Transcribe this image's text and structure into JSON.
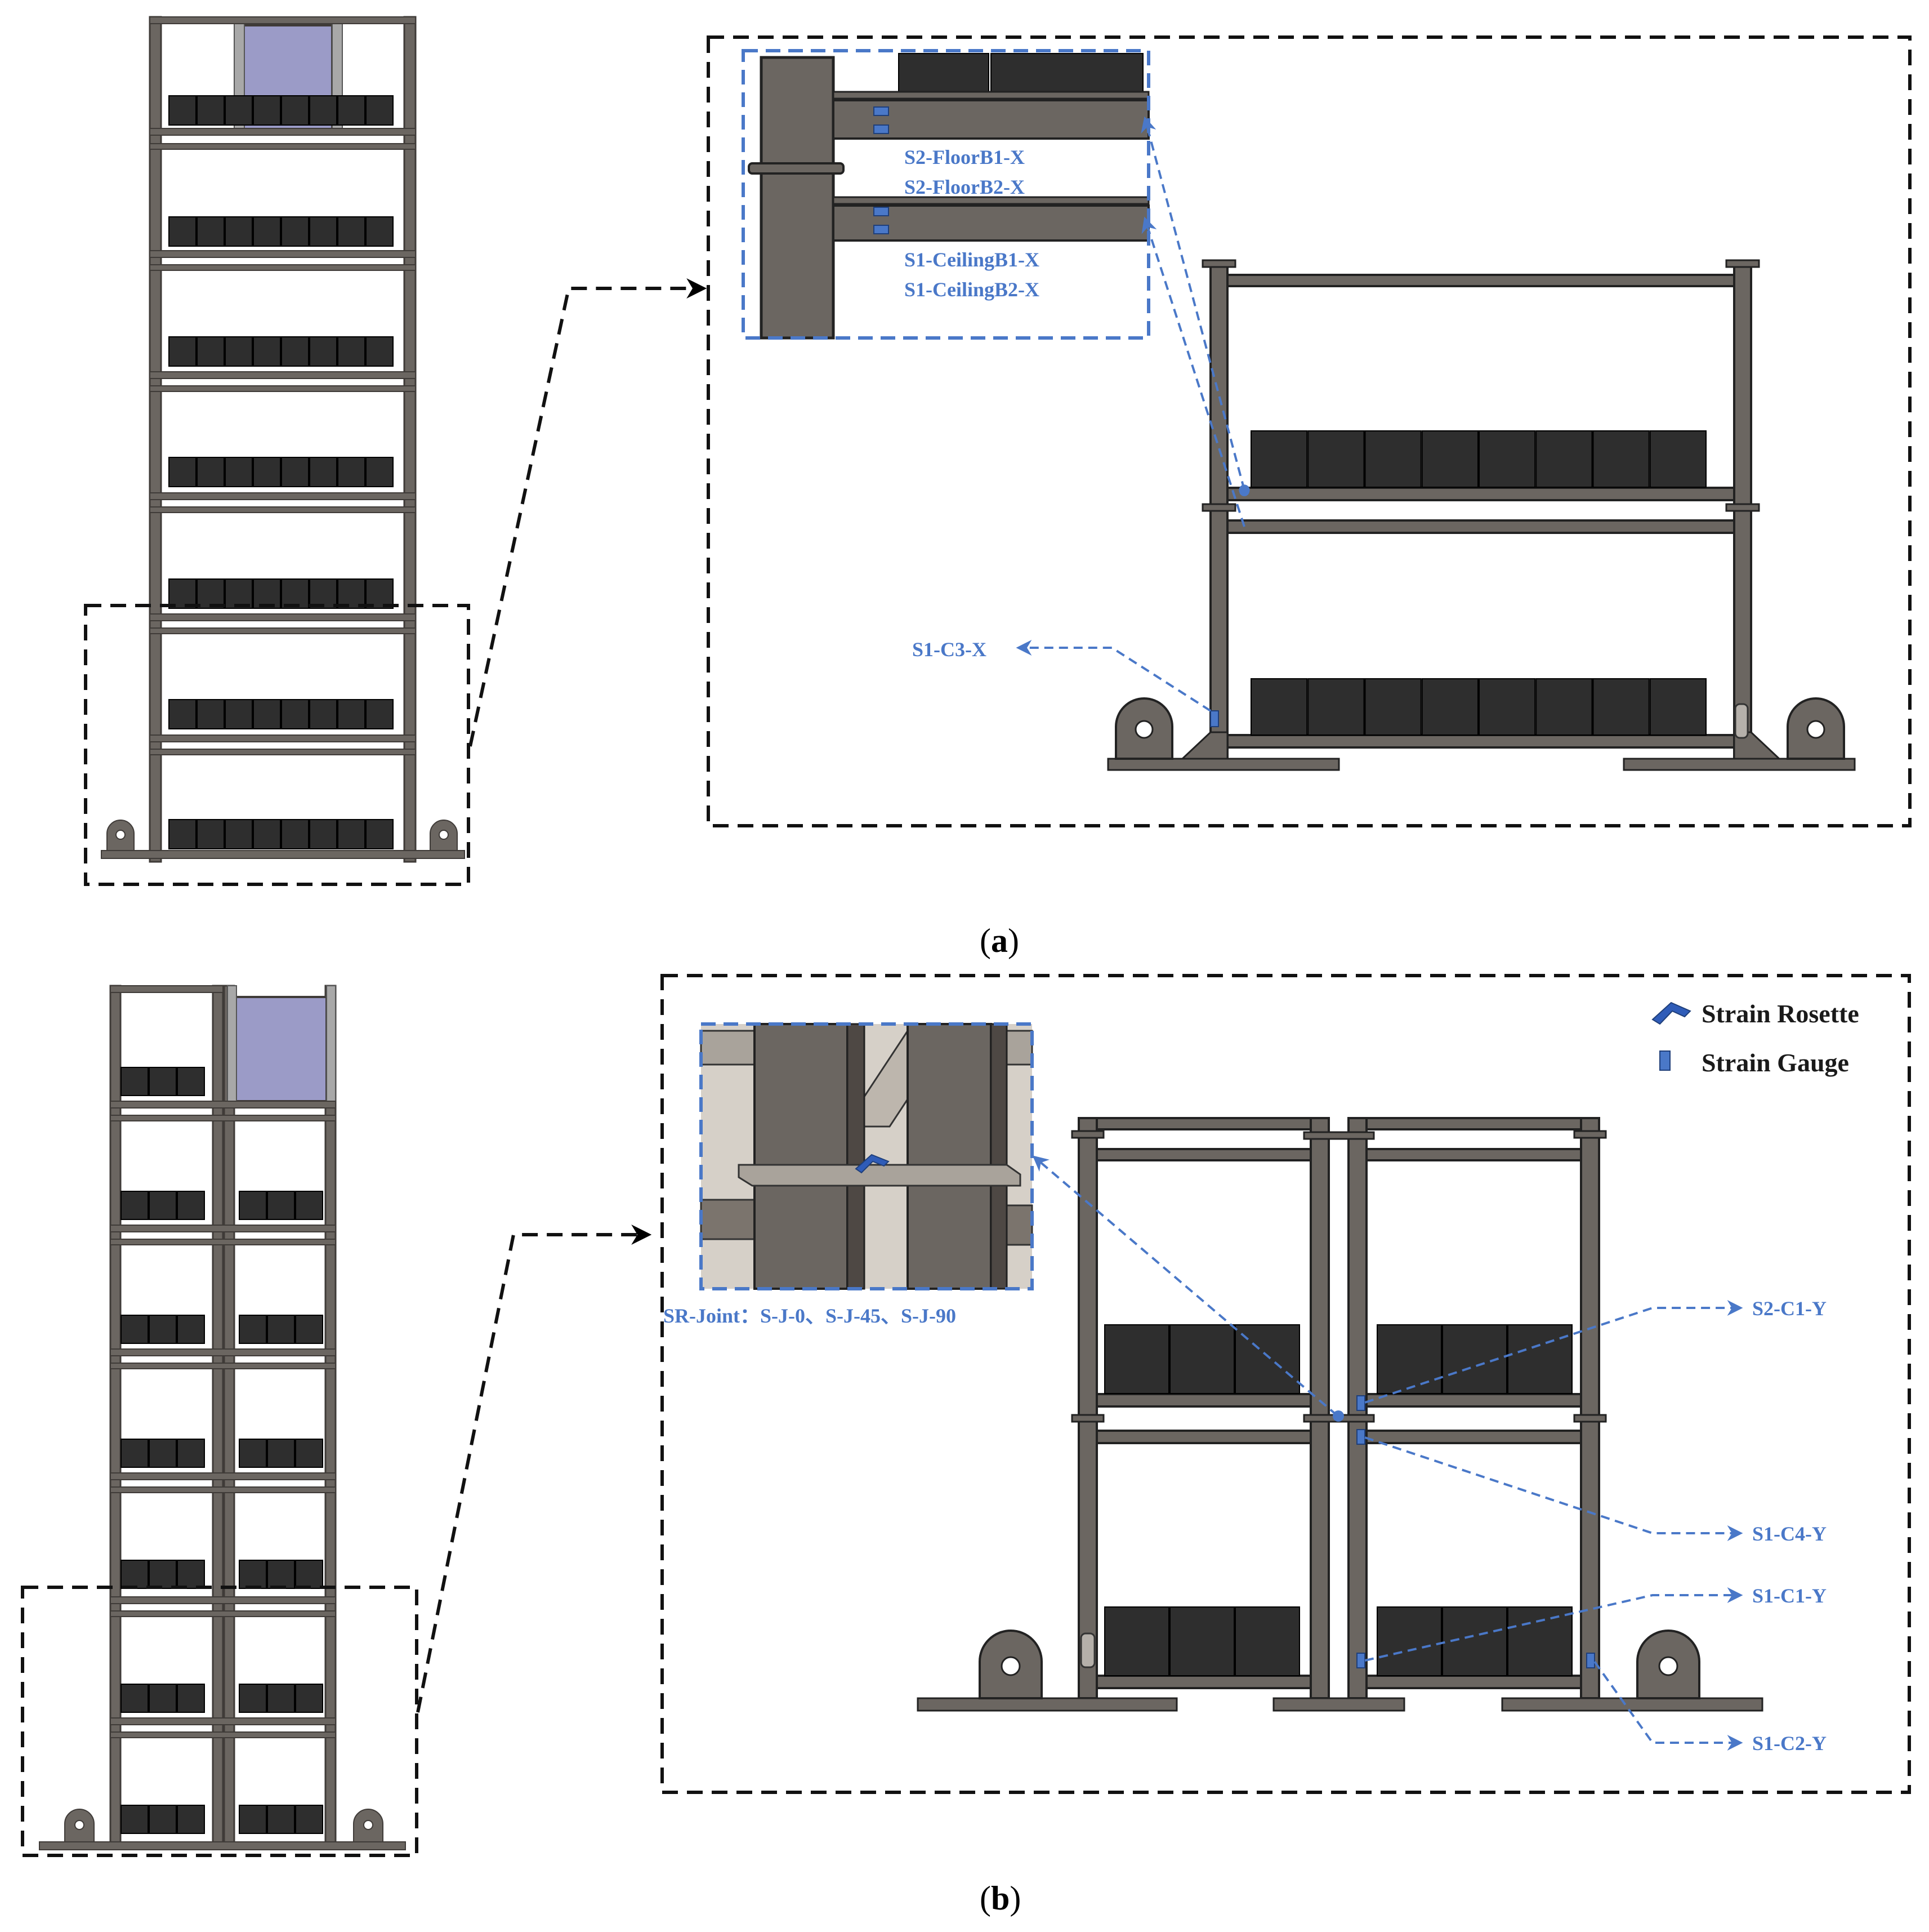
{
  "panel_a": {
    "caption_letter": "a",
    "labels": {
      "floor_b1": "S2-FloorB1-X",
      "floor_b2": "S2-FloorB2-X",
      "ceiling_b1": "S1-CeilingB1-X",
      "ceiling_b2": "S1-CeilingB2-X",
      "c3": "S1-C3-X"
    }
  },
  "panel_b": {
    "caption_letter": "b",
    "labels": {
      "sr_joint": "SR-Joint：S-J-0、S-J-45、S-J-90",
      "s2_c1": "S2-C1-Y",
      "s1_c4": "S1-C4-Y",
      "s1_c1": "S1-C1-Y",
      "s1_c2": "S1-C2-Y"
    },
    "legend": {
      "rosette": "Strain Rosette",
      "gauge": "Strain Gauge"
    }
  },
  "colors": {
    "steel": "#6b6661",
    "steel_dark": "#3f3b38",
    "block": "#2e2e2e",
    "label_blue": "#4a78c8",
    "tank": "#9b9bc7"
  }
}
